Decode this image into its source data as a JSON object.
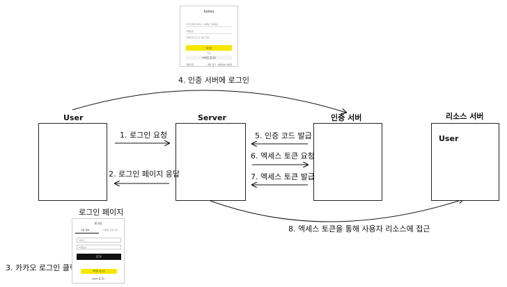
{
  "top_screenshot": {
    "logo": "kakao",
    "field1": "카카오메일 아이디, 이메일, 전화번호",
    "field2": "비밀번호",
    "stay": "간편하게 로그인 정보 저장",
    "login_btn": "로그인",
    "or": "또는",
    "qr_btn": "QR코드 로그인",
    "foot_left": "회원가입",
    "foot_right": "계정 찾기 · 비밀번호 재설정"
  },
  "actors": {
    "user": "User",
    "server": "Server",
    "auth_server": "인증 서버",
    "resource_server": "리소스 서버",
    "resource_inner": "User"
  },
  "steps": {
    "s1": "1. 로그인 요청",
    "s2": "2. 로그인 페이지 응답",
    "s3": "3. 카카오 로그인 클릭",
    "s4": "4. 인증 서버에 로그인",
    "s5": "5. 인증 코드 발급",
    "s6": "6. 엑세스 토큰 요청",
    "s7": "7. 엑세스 토큰 발급",
    "s8": "8. 엑세스 토큰을 통해 사용자 리소스에 접근"
  },
  "login_page": {
    "caption": "로그인 페이지",
    "title": "로그인",
    "tab1": "주문 회원",
    "tab2": "비회원 주문 조회",
    "id_field": "아이디",
    "pw_field": "비밀번호",
    "login_btn": "로그인",
    "kakao_btn": "카카오 로그인",
    "apple_btn": "Apple 로그인"
  },
  "colors": {
    "kakao_yellow": "#f7e600",
    "highlight_red": "#e0201b"
  }
}
